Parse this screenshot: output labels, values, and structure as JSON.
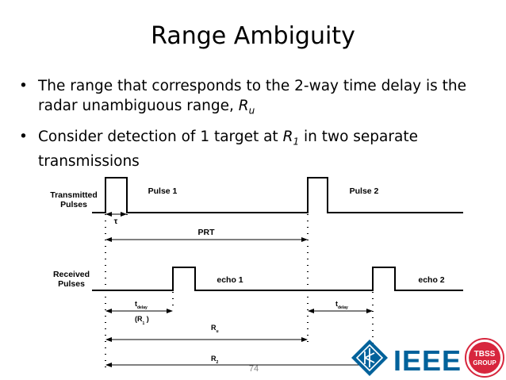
{
  "slide": {
    "title": "Range Ambiguity",
    "bullet1": {
      "text": "The range that corresponds to the 2-way time delay is the radar unambiguous range, ",
      "symbol": "R",
      "subscript": "u"
    },
    "bullet2": {
      "text_before": "Consider detection of 1 target at ",
      "symbol": "R",
      "subscript": "1",
      "text_after": " in two separate transmissions"
    },
    "page_number": "74"
  },
  "diagram": {
    "transmitted_label_line1": "Transmitted",
    "transmitted_label_line2": "Pulses",
    "received_label_line1": "Received",
    "received_label_line2": "Pulses",
    "pulse1_label": "Pulse 1",
    "pulse2_label": "Pulse 2",
    "tau_label": "τ",
    "prt_label": "PRT",
    "echo1_label": "echo 1",
    "echo2_label": "echo 2",
    "tdelay1_main": "t",
    "tdelay1_sub": "delay",
    "tdelay2_main": "t",
    "tdelay2_sub": "delay",
    "r1_label_open": "(R",
    "r1_label_sub": "1",
    "r1_label_close": " )",
    "ru_main": "R",
    "ru_sub": "u",
    "r2_main": "R",
    "r2_sub": "2"
  },
  "logo": {
    "ieee_text": "IEEE",
    "badge_line1": "TBSS",
    "badge_line2": "GROUP",
    "brand_color": "#00629B",
    "badge_color": "#D7263D"
  }
}
